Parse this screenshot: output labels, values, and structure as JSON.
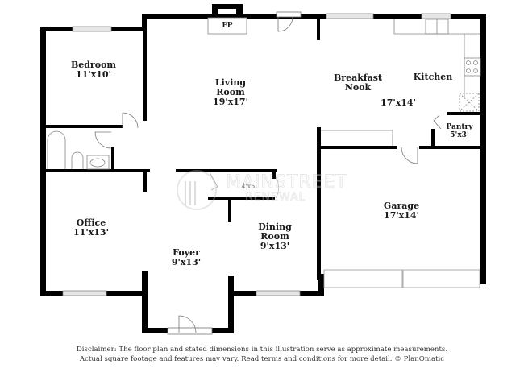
{
  "floor_plan": {
    "rooms": [
      {
        "id": "bedroom",
        "name": "Bedroom",
        "dimensions": "11'x10'"
      },
      {
        "id": "living-room",
        "name": "Living Room",
        "name_lines": [
          "Living",
          "Room"
        ],
        "dimensions": "19'x17'"
      },
      {
        "id": "breakfast-nook",
        "name": "Breakfast Nook",
        "name_lines": [
          "Breakfast",
          "Nook"
        ],
        "dimensions": ""
      },
      {
        "id": "kitchen",
        "name": "Kitchen",
        "dimensions": "17'x14'"
      },
      {
        "id": "pantry",
        "name": "Pantry",
        "dimensions": "5'x3'"
      },
      {
        "id": "office",
        "name": "Office",
        "dimensions": "11'x13'"
      },
      {
        "id": "foyer",
        "name": "Foyer",
        "dimensions": "9'x13'"
      },
      {
        "id": "dining-room",
        "name": "Dining Room",
        "name_lines": [
          "Dining",
          "Room"
        ],
        "dimensions": "9'x13'"
      },
      {
        "id": "garage",
        "name": "Garage",
        "dimensions": "17'x14'"
      },
      {
        "id": "closet",
        "name": "",
        "dimensions": "4'x5'"
      }
    ],
    "fixtures": {
      "fireplace_label": "FP"
    },
    "watermark": {
      "title": "MAINSTREET",
      "subtitle": "RENEWAL"
    },
    "disclaimer": {
      "line1": "Disclaimer: The floor plan and stated dimensions in this illustration serve as approximate measurements.",
      "line2": "Actual square footage and features may vary. Read terms and conditions for more detail. © PlanOmatic"
    },
    "colors": {
      "wall": "#000000",
      "fixture_line": "#888888",
      "window_fill": "#e6e6e6",
      "text": "#1a1a1a",
      "background": "#ffffff"
    }
  }
}
